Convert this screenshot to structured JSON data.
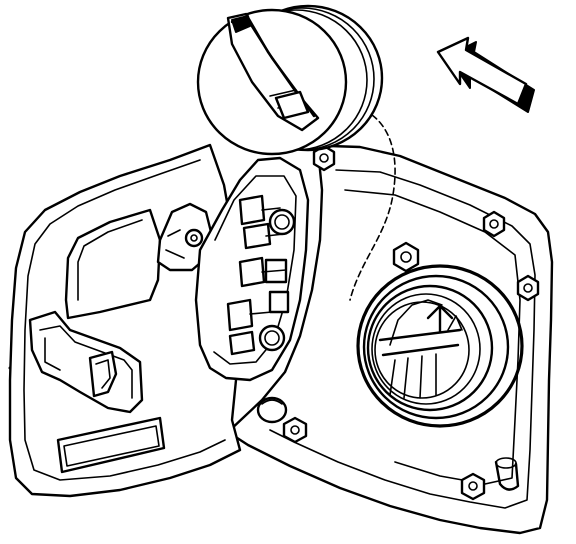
{
  "figure": {
    "subject": "fuel-filler-door-and-cap",
    "colors": {
      "line": "#000000",
      "background": "#ffffff"
    },
    "arrow": {
      "direction": "up-left",
      "style": "outlined-with-shadow"
    }
  }
}
